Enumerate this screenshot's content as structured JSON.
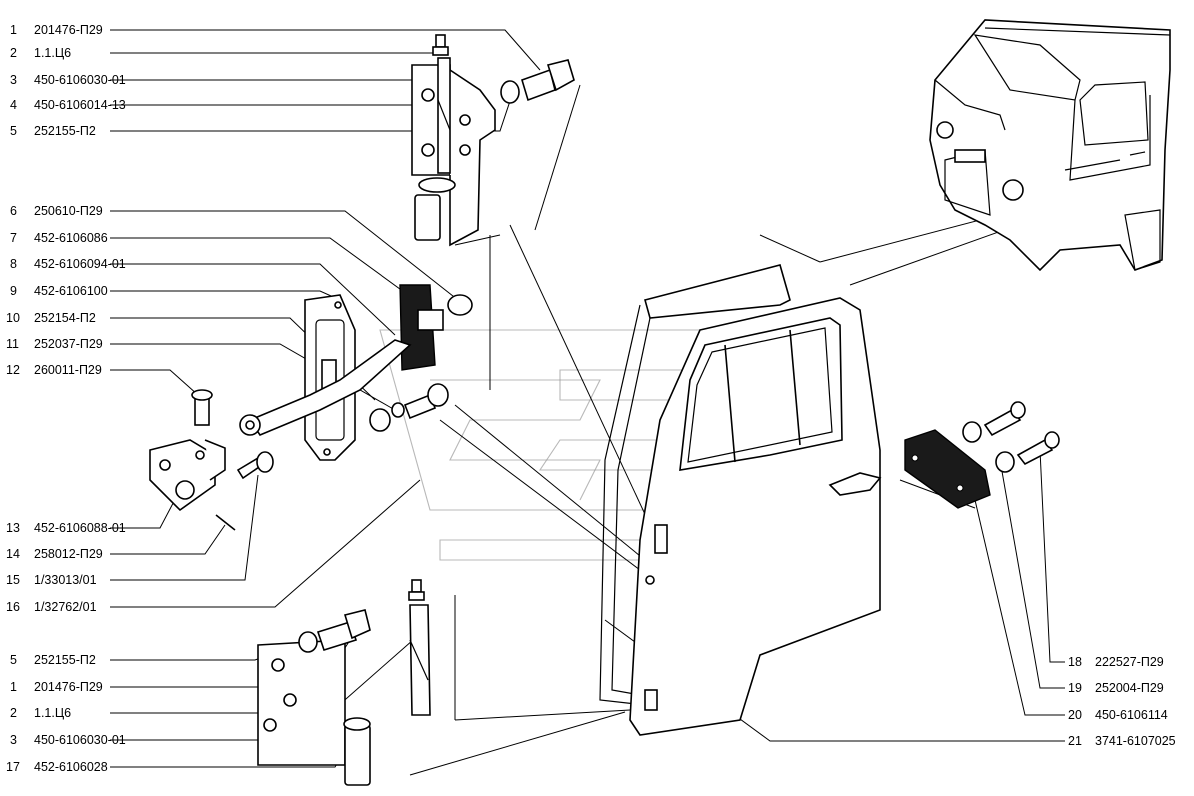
{
  "labels_left": [
    {
      "num": "1",
      "part": "201476-П29"
    },
    {
      "num": "2",
      "part": "1.1.Ц6"
    },
    {
      "num": "3",
      "part": "450-6106030-01"
    },
    {
      "num": "4",
      "part": "450-6106014-13"
    },
    {
      "num": "5",
      "part": "252155-П2"
    },
    {
      "num": "6",
      "part": "250610-П29"
    },
    {
      "num": "7",
      "part": "452-6106086"
    },
    {
      "num": "8",
      "part": "452-6106094-01"
    },
    {
      "num": "9",
      "part": "452-6106100"
    },
    {
      "num": "10",
      "part": "252154-П2"
    },
    {
      "num": "11",
      "part": "252037-П29"
    },
    {
      "num": "12",
      "part": "260011-П29"
    },
    {
      "num": "13",
      "part": "452-6106088-01"
    },
    {
      "num": "14",
      "part": "258012-П29"
    },
    {
      "num": "15",
      "part": "1/33013/01"
    },
    {
      "num": "16",
      "part": "1/32762/01"
    },
    {
      "num": "5",
      "part": "252155-П2"
    },
    {
      "num": "1",
      "part": "201476-П29"
    },
    {
      "num": "2",
      "part": "1.1.Ц6"
    },
    {
      "num": "3",
      "part": "450-6106030-01"
    },
    {
      "num": "17",
      "part": "452-6106028"
    }
  ],
  "labels_right": [
    {
      "num": "18",
      "part": "222527-П29"
    },
    {
      "num": "19",
      "part": "252004-П29"
    },
    {
      "num": "20",
      "part": "450-6106114"
    },
    {
      "num": "21",
      "part": "3741-6107025"
    }
  ]
}
